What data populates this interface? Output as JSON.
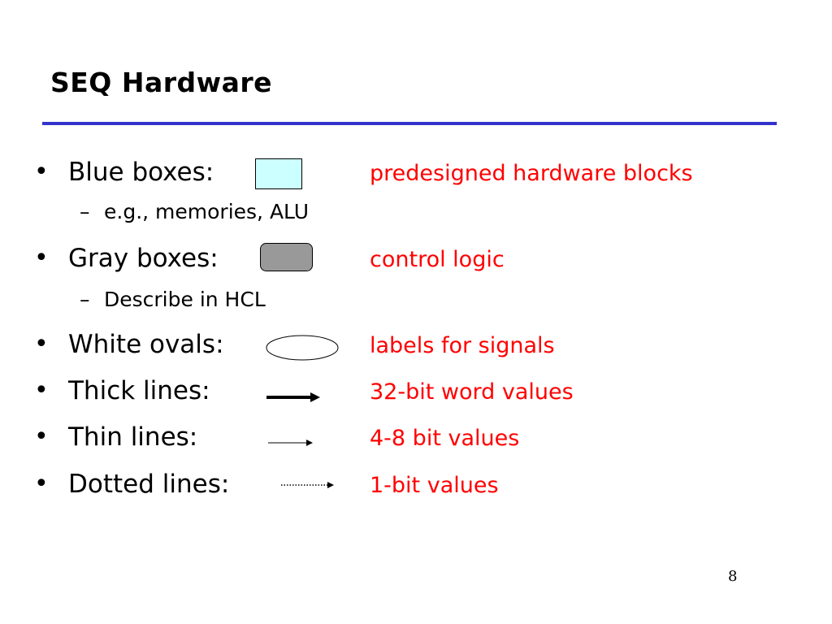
{
  "title": "SEQ Hardware",
  "bullet_glyph": "•",
  "sub_glyph": "–",
  "colors": {
    "title_rule": "#3333cc",
    "description": "#ff0000",
    "blue_box_fill": "#ccffff",
    "gray_box_fill": "#999999"
  },
  "items": [
    {
      "label": "Blue boxes:",
      "legend_icon": "blue-box-icon",
      "description": "predesigned hardware blocks",
      "sub": "e.g., memories, ALU"
    },
    {
      "label": "Gray boxes:",
      "legend_icon": "gray-rounded-box-icon",
      "description": "control logic",
      "sub": "Describe in HCL"
    },
    {
      "label": "White ovals:",
      "legend_icon": "white-oval-icon",
      "description": "labels for signals"
    },
    {
      "label": "Thick lines:",
      "legend_icon": "thick-arrow-icon",
      "description": "32-bit word values"
    },
    {
      "label": "Thin lines:",
      "legend_icon": "thin-arrow-icon",
      "description": "4-8 bit values"
    },
    {
      "label": "Dotted lines:",
      "legend_icon": "dotted-arrow-icon",
      "description": "1-bit values"
    }
  ],
  "page_number": "8"
}
